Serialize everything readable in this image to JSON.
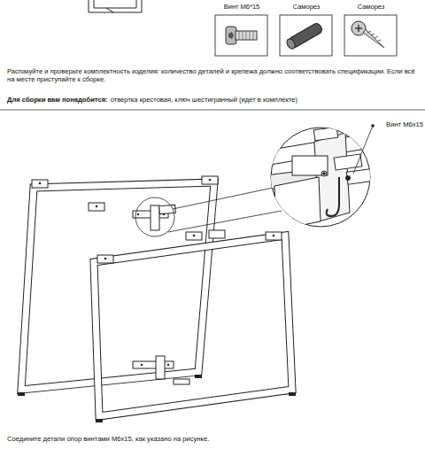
{
  "diagram": {
    "caption": "Соедините детали опор винтами М6х15, как указано на рисунке.",
    "labels": [
      "Винт М6*15",
      "Саморез",
      "Саморез",
      "Распакуйте и проверьте комплектность изделия: количество деталей и крепежа должно соответствовать спецификации. Если всё на месте приступайте к сборке.",
      "Для сборки вам понадобится:",
      "отвертка крестовая, ключ шестигранный (идет в комплекте)",
      "Винт М6х15"
    ]
  }
}
